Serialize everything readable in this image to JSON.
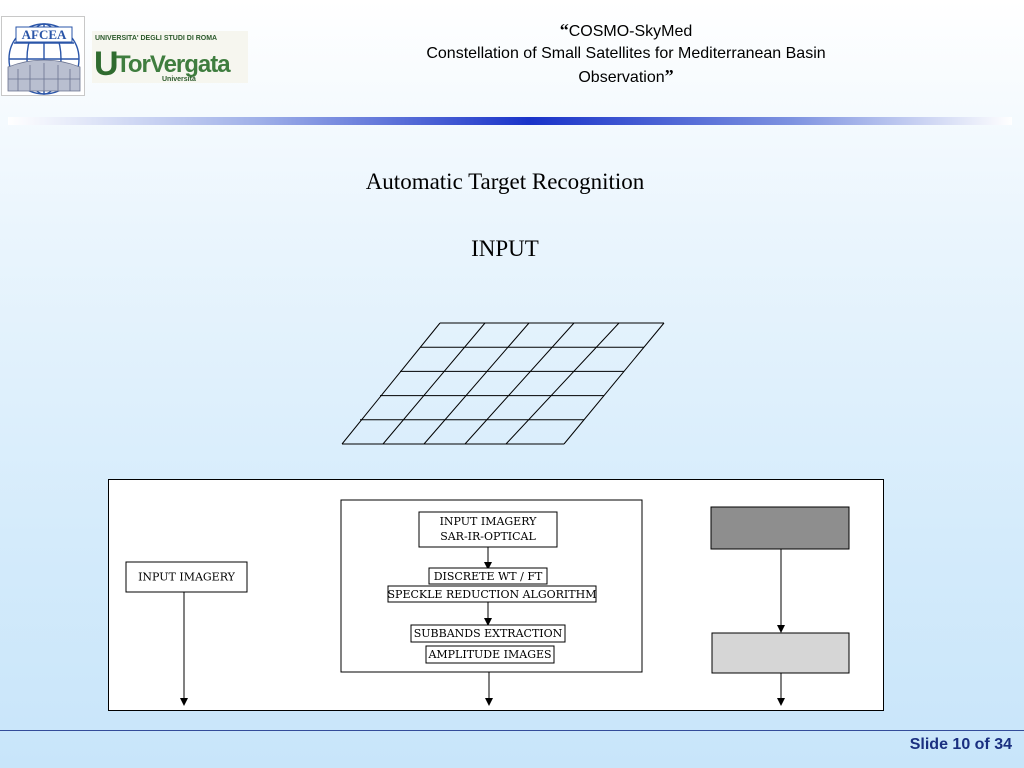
{
  "header": {
    "title_line1": "COSMO-SkyMed",
    "title_line2": "Constellation of Small Satellites for Mediterranean Basin",
    "title_line3": "Observation",
    "quote_open": "“",
    "quote_close": "”"
  },
  "logos": {
    "afcea": "AFCEA",
    "university_line": "UNIVERSITA' DEGLI STUDI DI ROMA",
    "university_name": "TorVergata",
    "university_sub": "Università"
  },
  "slide": {
    "heading": "Automatic Target Recognition",
    "subheading": "INPUT"
  },
  "diagram": {
    "left_box": "INPUT IMAGERY",
    "center_boxes": [
      "INPUT IMAGERY",
      "SAR-IR-OPTICAL",
      "DISCRETE WT / FT",
      "SPECKLE REDUCTION ALGORITHM",
      "SUBBANDS EXTRACTION",
      "AMPLITUDE IMAGES"
    ],
    "right_top_fill": "#8e8e8e",
    "right_bottom_fill": "#d6d6d6"
  },
  "footer": {
    "slide_number": "Slide 10 of 34"
  }
}
